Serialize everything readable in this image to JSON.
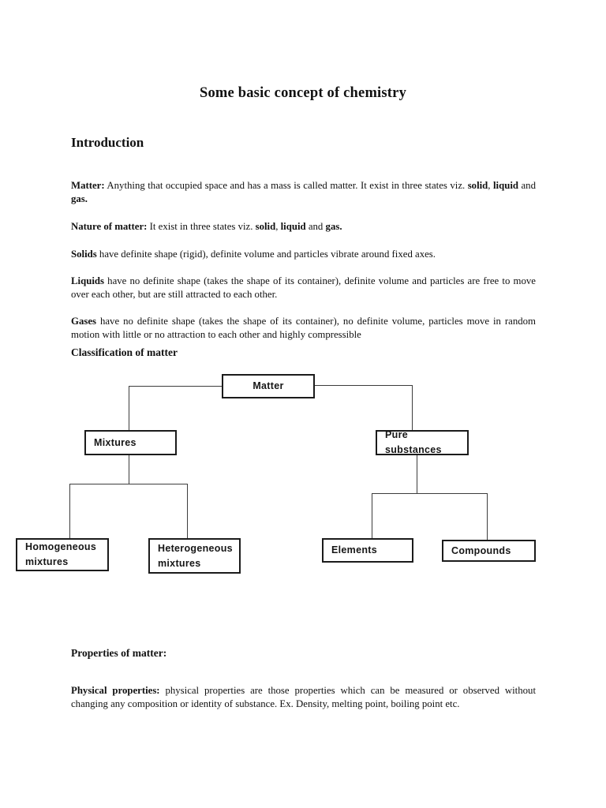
{
  "doc": {
    "title": "Some basic concept of chemistry",
    "intro_heading": "Introduction",
    "paragraphs": {
      "matter": {
        "lead": "Matter:",
        "s1": " Anything that occupied space and has a mass is called matter. It exist in three states viz. ",
        "b1": "solid",
        "s2": ", ",
        "b2": "liquid",
        "s3": " and ",
        "b3": "gas."
      },
      "nature": {
        "lead": "Nature of matter:",
        "s1": " It exist in three states viz. ",
        "b1": "solid",
        "s2": ", ",
        "b2": "liquid",
        "s3": " and ",
        "b3": "gas."
      },
      "solids": {
        "lead": "Solids",
        "s1": " have definite shape (rigid), definite volume and particles vibrate around fixed axes."
      },
      "liquids": {
        "lead": "Liquids",
        "s1": " have no definite shape (takes the shape of its container), definite volume and particles are free to move over each other, but are still attracted to each other."
      },
      "gases": {
        "lead": "Gases",
        "s1": " have no definite shape (takes the shape of its container), no definite volume, particles move in random motion with little or no attraction to each other and highly compressible"
      }
    },
    "classification_heading": "Classification of matter",
    "properties_heading": "Properties of matter:",
    "physical": {
      "lead": "Physical properties:",
      "s1": " physical properties are those properties which can be measured or observed without changing any composition or identity of substance. Ex. Density, melting point, boiling point etc."
    }
  },
  "diagram": {
    "nodes": {
      "matter": "Matter",
      "mixtures": "Mixtures",
      "pure_substances": "Pure substances",
      "homogeneous": "Homogeneous mixtures",
      "heterogeneous": "Heterogeneous mixtures",
      "elements": "Elements",
      "compounds": "Compounds"
    }
  },
  "colors": {
    "background": "#ffffff",
    "text": "#111111",
    "box_border": "#1b1b1b",
    "connector": "#3d3d3d"
  }
}
